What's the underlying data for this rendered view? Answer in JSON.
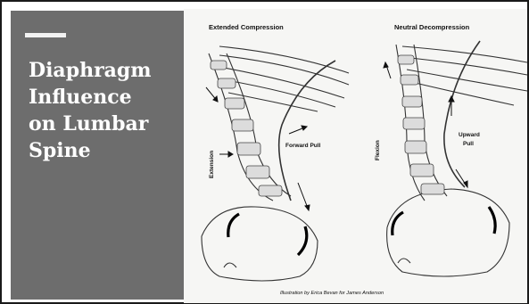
{
  "slide": {
    "title": "Diaphragm\nInfluence\non Lumbar\nSpine"
  },
  "figure": {
    "left_panel": {
      "heading": "Extended Compression",
      "side_label": "Extension",
      "pull_label": "Forward Pull"
    },
    "right_panel": {
      "heading": "Neutral Decompression",
      "side_label": "Flexion",
      "pull_label_line1": "Upward",
      "pull_label_line2": "Pull"
    },
    "caption": "Illustration by Erica Bevan for James Anderson"
  }
}
